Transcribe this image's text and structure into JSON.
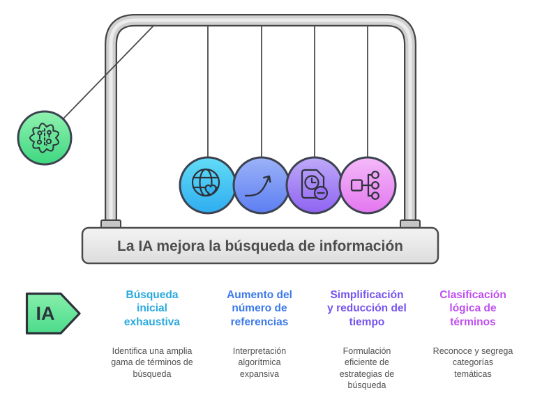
{
  "title": "La IA mejora la búsqueda de información",
  "ia_badge": {
    "label": "IA",
    "color_top": "#86efab",
    "color_bottom": "#4cdb8a"
  },
  "cradle": {
    "frame_color": "#d0d0d0",
    "base_color": "#ededed",
    "outline_color": "#454545",
    "swing_ball": {
      "icon": "brain-circuit-icon",
      "color_top": "#90f2b0",
      "color_bottom": "#3fd780"
    },
    "hanging_balls": [
      {
        "icon": "globe-heart-icon",
        "color_top": "#62dcf6",
        "color_bottom": "#2fadf0"
      },
      {
        "icon": "growth-arrow-icon",
        "color_top": "#9cb3f8",
        "color_bottom": "#5c7ef2"
      },
      {
        "icon": "document-clock-minus-icon",
        "color_top": "#beaaf8",
        "color_bottom": "#8f63f2"
      },
      {
        "icon": "sitemap-icon",
        "color_top": "#f4baf9",
        "color_bottom": "#e476f0"
      }
    ]
  },
  "columns": [
    {
      "heading_lines": [
        "Búsqueda",
        "inicial",
        "exhaustiva"
      ],
      "heading_color": "#29a9de",
      "body_lines": [
        "Identifica una amplia",
        "gama de términos de",
        "búsqueda"
      ]
    },
    {
      "heading_lines": [
        "Aumento del",
        "número de",
        "referencias"
      ],
      "heading_color": "#3c79ea",
      "body_lines": [
        "Interpretación",
        "algorítmica",
        "expansiva"
      ]
    },
    {
      "heading_lines": [
        "Simplificación",
        "y reducción del",
        "tiempo"
      ],
      "heading_color": "#7454ee",
      "body_lines": [
        "Formulación",
        "eficiente de",
        "estrategias de",
        "búsqueda"
      ]
    },
    {
      "heading_lines": [
        "Clasificación",
        "lógica de",
        "términos"
      ],
      "heading_color": "#bf4ef0",
      "body_lines": [
        "Reconoce y segrega",
        "categorías",
        "temáticas"
      ]
    }
  ]
}
